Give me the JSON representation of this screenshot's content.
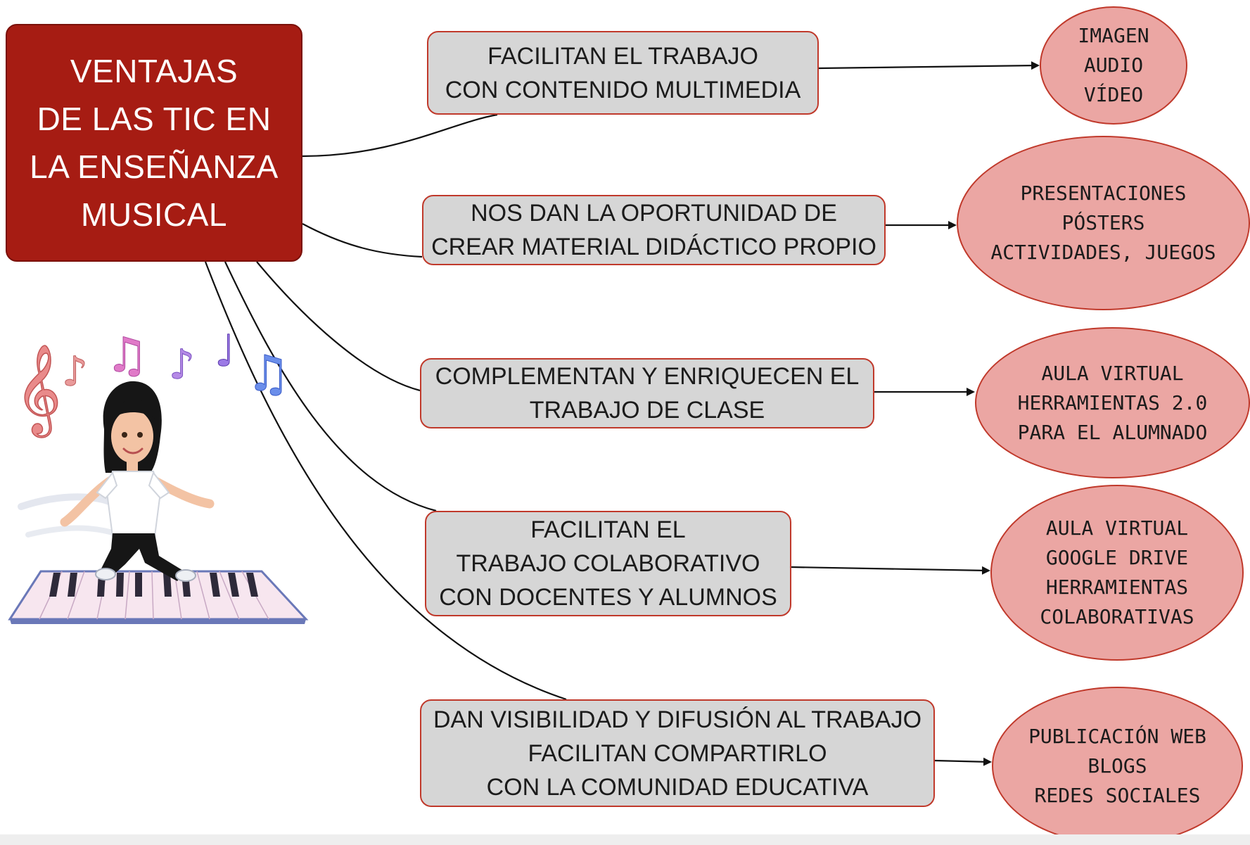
{
  "main": {
    "lines": [
      "VENTAJAS",
      "DE LAS TIC EN",
      "LA ENSEÑANZA",
      "MUSICAL"
    ]
  },
  "advantages": [
    {
      "lines": [
        "FACILITAN EL TRABAJO",
        "CON CONTENIDO MULTIMEDIA"
      ]
    },
    {
      "lines": [
        "NOS DAN LA OPORTUNIDAD DE",
        "CREAR MATERIAL DIDÁCTICO PROPIO"
      ]
    },
    {
      "lines": [
        "COMPLEMENTAN Y ENRIQUECEN EL",
        "TRABAJO DE CLASE"
      ]
    },
    {
      "lines": [
        "FACILITAN EL",
        "TRABAJO COLABORATIVO",
        "CON DOCENTES Y ALUMNOS"
      ]
    },
    {
      "lines": [
        "DAN VISIBILIDAD Y DIFUSIÓN AL TRABAJO",
        "FACILITAN COMPARTIRLO",
        "CON LA COMUNIDAD EDUCATIVA"
      ]
    }
  ],
  "examples": [
    {
      "lines": [
        "IMAGEN",
        "AUDIO",
        "VÍDEO"
      ]
    },
    {
      "lines": [
        "PRESENTACIONES",
        "PÓSTERS",
        "ACTIVIDADES, JUEGOS"
      ]
    },
    {
      "lines": [
        "AULA VIRTUAL",
        "HERRAMIENTAS 2.0",
        "PARA EL ALUMNADO"
      ]
    },
    {
      "lines": [
        "AULA VIRTUAL",
        "GOOGLE DRIVE",
        "HERRAMIENTAS",
        "COLABORATIVAS"
      ]
    },
    {
      "lines": [
        "PUBLICACIÓN WEB",
        "BLOGS",
        "REDES SOCIALES"
      ]
    }
  ],
  "colors": {
    "main_fill": "#a61c13",
    "box_fill": "#d6d6d6",
    "ellipse_fill": "#eba6a3",
    "border": "#c0392b",
    "connector": "#111111"
  },
  "illustration": {
    "icon": "dancing-avatar-on-piano-icon",
    "notes_icon": "music-notes-icon"
  }
}
